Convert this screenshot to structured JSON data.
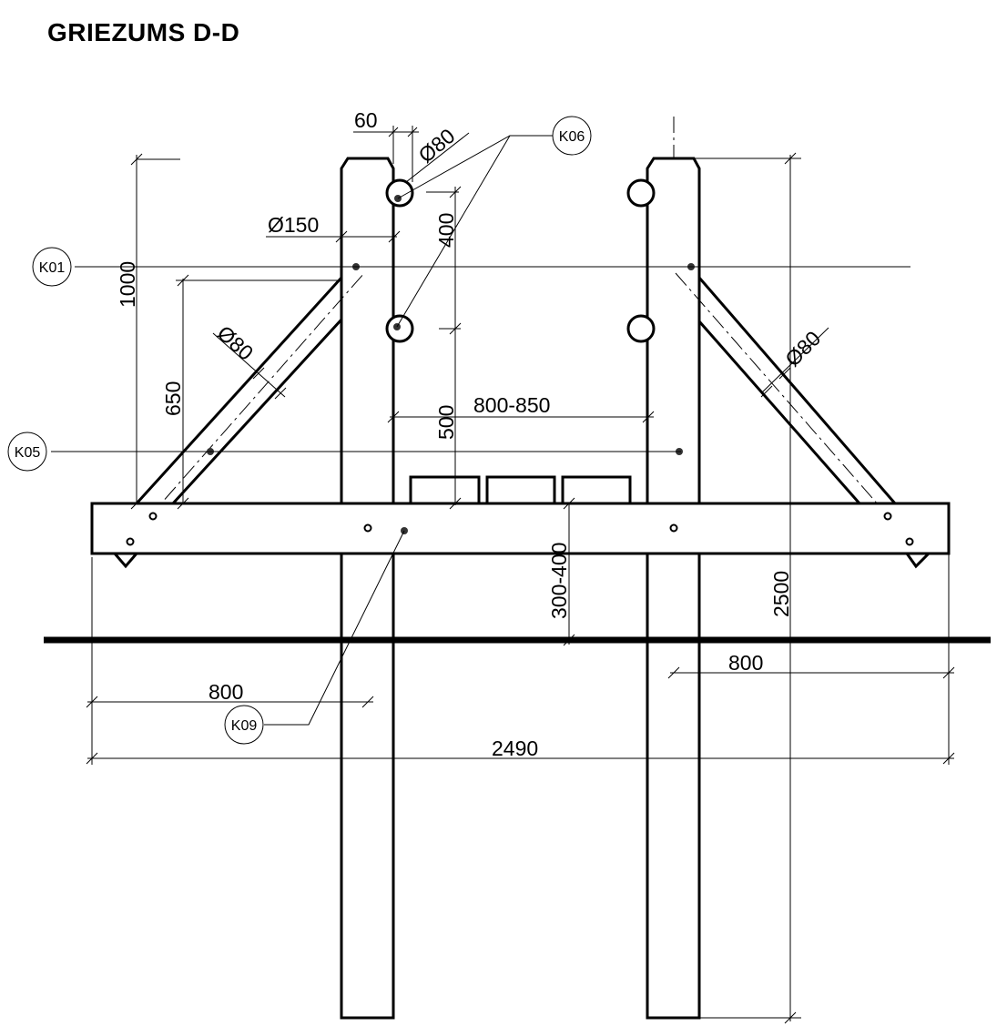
{
  "title": "GRIEZUMS D-D",
  "tags": {
    "k06": "K06",
    "k01": "K01",
    "k05": "K05",
    "k09": "K09"
  },
  "dimensions": {
    "d60": "60",
    "dia80_top": "Ø80",
    "dia150": "Ø150",
    "d400": "400",
    "d1000": "1000",
    "d650": "650",
    "dia80_left": "Ø80",
    "dia80_right": "Ø80",
    "d500": "500",
    "d800_850": "800-850",
    "d300_400": "300-400",
    "d2500": "2500",
    "d800_right": "800",
    "d800_left": "800",
    "d2490": "2490"
  }
}
